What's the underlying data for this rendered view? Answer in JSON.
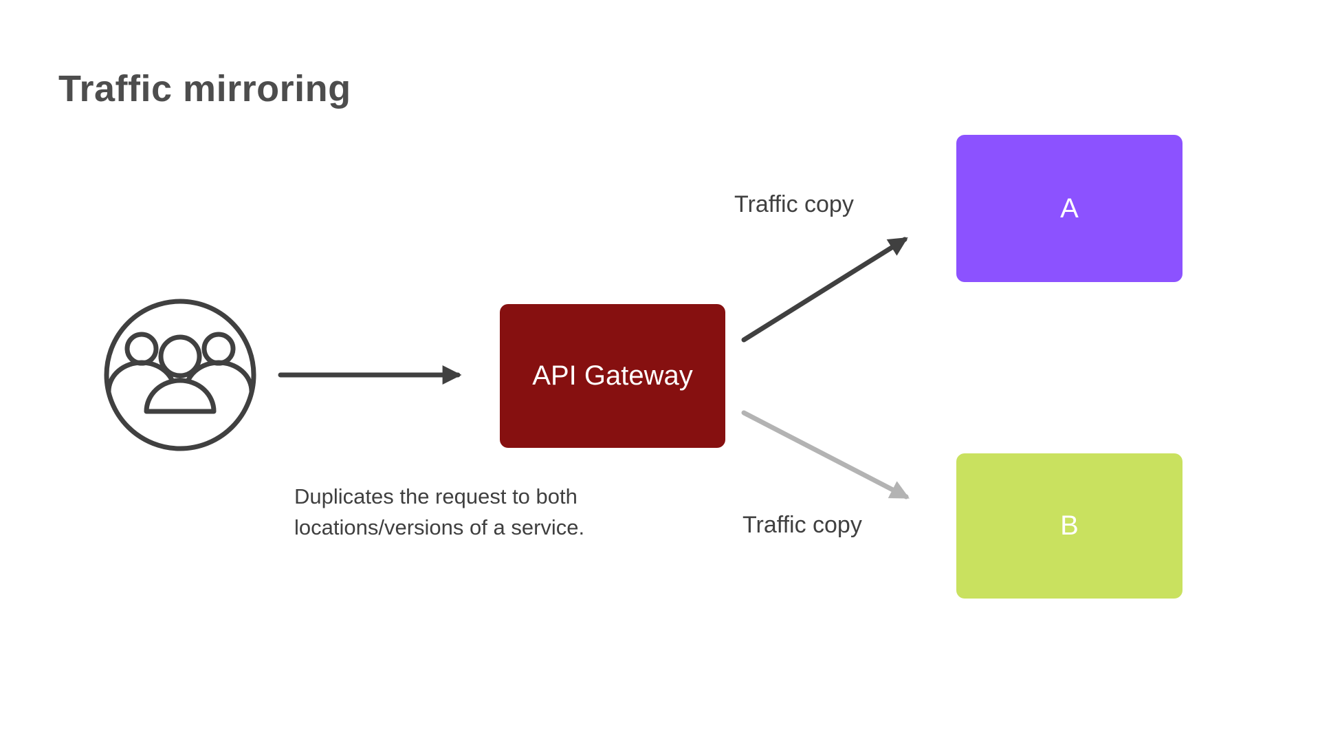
{
  "title": "Traffic mirroring",
  "colors": {
    "title_text": "#4d4d4d",
    "gateway_bg": "#861010",
    "service_a_bg": "#8c52ff",
    "service_b_bg": "#c9e15f",
    "box_text": "#ffffff",
    "arrow_dark": "#404040",
    "arrow_light": "#b3b3b3",
    "label_text": "#404040",
    "caption_text": "#3f3f3f"
  },
  "nodes": {
    "users": {
      "icon": "users-group-icon"
    },
    "gateway": {
      "label": "API Gateway"
    },
    "service_a": {
      "label": "A"
    },
    "service_b": {
      "label": "B"
    }
  },
  "labels": {
    "traffic_copy_top": "Traffic copy",
    "traffic_copy_bottom": "Traffic copy",
    "caption": "Duplicates the request to both locations/versions of a service."
  }
}
